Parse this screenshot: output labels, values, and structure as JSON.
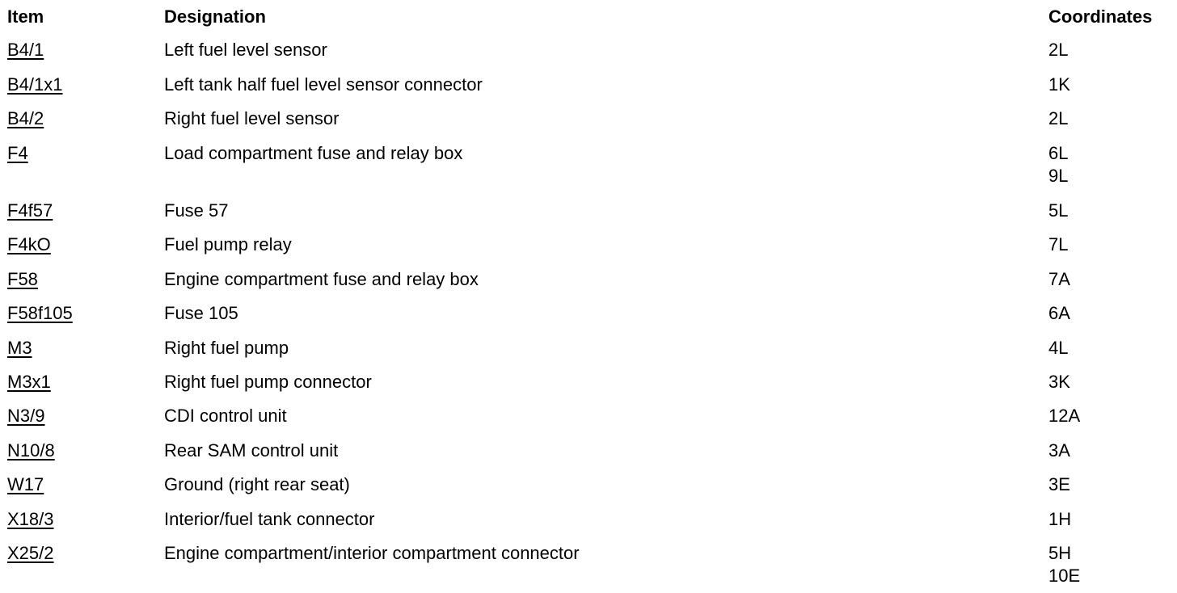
{
  "header": {
    "item": "Item",
    "designation": "Designation",
    "coordinates": "Coordinates"
  },
  "rows": [
    {
      "item": "B4/1",
      "designation": "Left fuel level sensor",
      "coordinates": [
        "2L"
      ]
    },
    {
      "item": "B4/1x1",
      "designation": "Left tank half fuel level sensor connector",
      "coordinates": [
        "1K"
      ]
    },
    {
      "item": "B4/2",
      "designation": "Right fuel level sensor",
      "coordinates": [
        "2L"
      ]
    },
    {
      "item": "F4",
      "designation": "Load compartment fuse and relay box",
      "coordinates": [
        "6L",
        "9L"
      ]
    },
    {
      "item": "F4f57",
      "designation": "Fuse 57",
      "coordinates": [
        "5L"
      ]
    },
    {
      "item": "F4kO",
      "designation": "Fuel pump relay",
      "coordinates": [
        "7L"
      ]
    },
    {
      "item": "F58",
      "designation": "Engine compartment fuse and relay box",
      "coordinates": [
        "7A"
      ]
    },
    {
      "item": "F58f105",
      "designation": "Fuse 105",
      "coordinates": [
        "6A"
      ]
    },
    {
      "item": "M3",
      "designation": "Right fuel pump",
      "coordinates": [
        "4L"
      ]
    },
    {
      "item": "M3x1",
      "designation": "Right fuel pump connector",
      "coordinates": [
        "3K"
      ]
    },
    {
      "item": "N3/9",
      "designation": "CDI control unit",
      "coordinates": [
        "12A"
      ]
    },
    {
      "item": "N10/8",
      "designation": "Rear SAM control unit",
      "coordinates": [
        "3A"
      ]
    },
    {
      "item": "W17",
      "designation": "Ground (right rear seat)",
      "coordinates": [
        "3E"
      ]
    },
    {
      "item": "X18/3",
      "designation": "Interior/fuel tank connector",
      "coordinates": [
        "1H"
      ]
    },
    {
      "item": "X25/2",
      "designation": "Engine compartment/interior compartment connector",
      "coordinates": [
        "5H",
        "10E"
      ]
    }
  ]
}
